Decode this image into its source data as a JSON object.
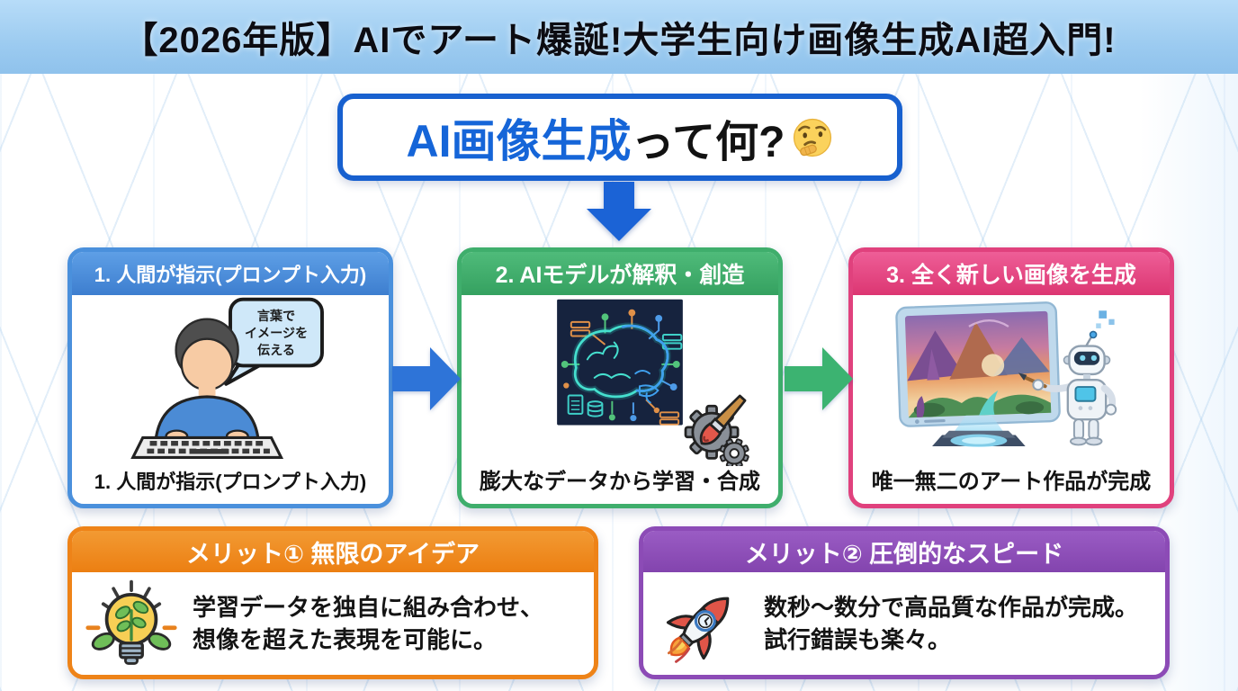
{
  "header": {
    "title": "【2026年版】AIでアート爆誕!大学生向け画像生成AI超入門!"
  },
  "question_box": {
    "highlight": "AI画像生成",
    "suffix": "って何?",
    "emoji": "thinking-face"
  },
  "flow": {
    "steps": [
      {
        "header": "1. 人間が指示(プロンプト入力)",
        "caption": "1. 人間が指示(プロンプト入力)",
        "speech_bubble": {
          "line1": "言葉で",
          "line2": "イメージを",
          "line3": "伝える"
        },
        "illustration": "person-typing-on-keyboard",
        "accent_color": "#4a90dc"
      },
      {
        "header": "2. AIモデルが解釈・創造",
        "caption": "膨大なデータから学習・合成",
        "illustration": "glowing-ai-brain-with-circuits, gear-and-paintbrush",
        "accent_color": "#3fae6c"
      },
      {
        "header": "3. 全く新しい画像を生成",
        "caption": "唯一無二のアート作品が完成",
        "illustration": "monitor-with-fantasy-art-and-robot-painter",
        "accent_color": "#e0417d"
      }
    ],
    "arrow_colors": {
      "down": "#1b63d6",
      "step1_to_2": "#2e74d8",
      "step2_to_3": "#3cb371"
    }
  },
  "merits": [
    {
      "header": "メリット① 無限のアイデア",
      "line1": "学習データを独自に組み合わせ、",
      "line2": "想像を超えた表現を可能に。",
      "icon": "lightbulb-with-plant",
      "accent_color": "#ee8318"
    },
    {
      "header": "メリット② 圧倒的なスピード",
      "line1": "数秒〜数分で高品質な作品が完成。",
      "line2": "試行錯誤も楽々。",
      "icon": "rocket-with-clock",
      "accent_color": "#8c4bb6"
    }
  ],
  "colors": {
    "banner_background": "#9ccbf0",
    "banner_text": "#0c0c12",
    "question_highlight": "#1565d8",
    "question_border": "#1760cf",
    "body_text": "#131313"
  }
}
